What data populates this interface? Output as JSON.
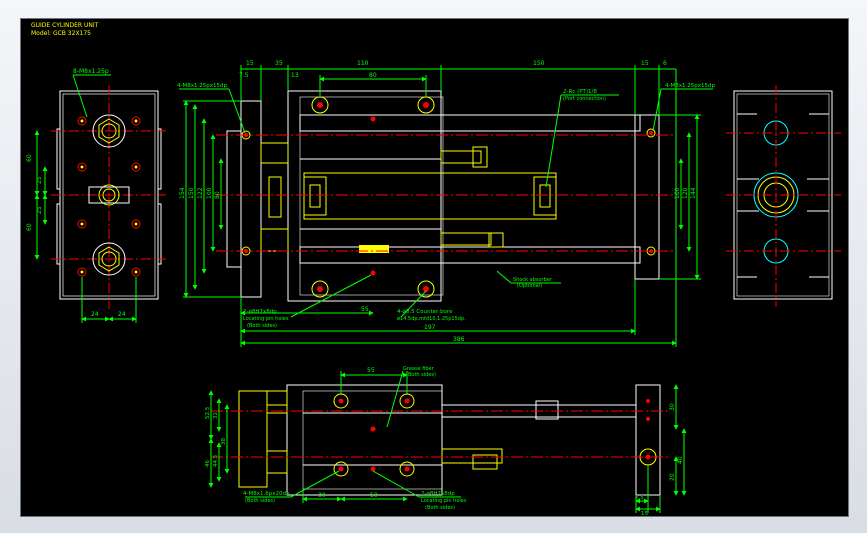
{
  "colors": {
    "background": "#000000",
    "outline": "#ffffff",
    "part": "#ffff00",
    "dimension": "#00ff00",
    "centerline": "#ff0000",
    "hidden": "#00ffff"
  },
  "title_block": {
    "title": "GUIDE CYLINDER UNIT",
    "model": "Model: GCB 32X175"
  },
  "dims_top": {
    "d15a": "15",
    "d75a": "7.5",
    "d35": "35",
    "d13": "13",
    "d110": "110",
    "d80": "80",
    "d150": "150",
    "d15b": "15",
    "d6": "6",
    "d55": "55",
    "d197": "197",
    "d386": "386",
    "d154": "154",
    "d150v": "150",
    "d122": "122",
    "d100": "100",
    "d80v": "80",
    "d100r": "100",
    "d120r": "120",
    "d144r": "144"
  },
  "dims_left": {
    "d60a": "60",
    "d25a": "25",
    "d25b": "25",
    "d60b": "60",
    "d24a": "24",
    "d24b": "24"
  },
  "dims_bottom": {
    "d55": "55",
    "d30": "30",
    "d50": "50",
    "d30r": "30",
    "d40r": "40",
    "d20r": "20",
    "d75": "7.5",
    "d15": "15",
    "l525": "52.5",
    "l32": "32",
    "l46": "46",
    "l445": "44.5",
    "l38": "38"
  },
  "notes": {
    "left_tap": "8-M8x1.25p",
    "top_holes": "4-M8x1.25px15dp",
    "port": "2-Rc (PT)1/8",
    "port_sub": "(Port connection)",
    "right_tap": "4-M8x1.25px15dp",
    "pin_holes": "2-ø8H7x8dp",
    "pin_holes_sub": "Locating pin holes",
    "pin_holes_sub2": "(Both sides)",
    "counter": "4-ø8.5 Counter bore",
    "counter_sub": "ø14.5dp,mtd10,1.25p15dp.",
    "shock": "Shock absorber",
    "shock_sub": "(Optional)",
    "grease": "Grease fiber",
    "grease_sub": "(Both sides)",
    "bottom_tap": "4-M8x1.6px20dp",
    "bottom_tap_sub": "(Both sides)",
    "bottom_pin": "2-ø8H7x8dp",
    "bottom_pin_sub": "Locating pin holes",
    "bottom_pin_sub2": "(Both sides)"
  }
}
